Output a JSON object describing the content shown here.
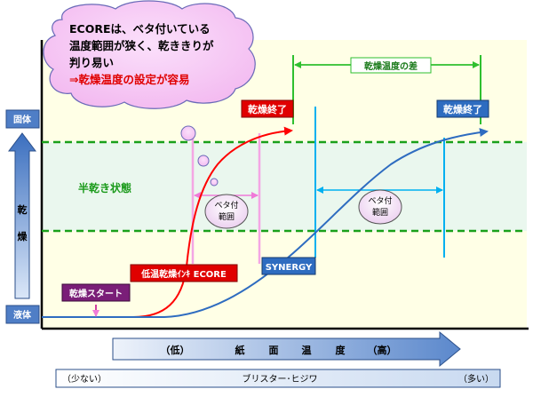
{
  "thought_bubble": {
    "line1": "ECOREは、ベタ付いている",
    "line2": "温度範囲が狭く、乾ききりが",
    "line3": "判り易い",
    "line4": "⇒乾燥温度の設定が容易"
  },
  "y_axis": {
    "top": "固体",
    "mid1": "乾",
    "mid2": "燥",
    "bottom": "液体"
  },
  "labels": {
    "temp_diff": "乾燥温度の差",
    "drying_end_red": "乾燥終了",
    "drying_end_blue": "乾燥終了",
    "semi_dry": "半乾き状態",
    "sticky_left_1": "ベタ付",
    "sticky_left_2": "範囲",
    "sticky_right_1": "ベタ付",
    "sticky_right_2": "範囲",
    "low_temp_ink": "低温乾燥ｲﾝｷ ECORE",
    "synergy": "SYNERGY",
    "drying_start": "乾燥スタート"
  },
  "x_axis": {
    "low": "（低）",
    "c1": "紙",
    "c2": "面",
    "c3": "温",
    "c4": "度",
    "high": "（高）"
  },
  "bottom_scale": {
    "left": "（少ない）",
    "center": "ブリスター･ヒジワ",
    "right": "（多い）"
  },
  "colors": {
    "red": "#ff0000",
    "blue": "#2e6cc0",
    "green_dash": "#1aa01a",
    "pink": "#f07ad8",
    "cyan": "#00b0f0",
    "chart_bg": "#ffffe6",
    "band_bg": "#eaf7ee"
  }
}
